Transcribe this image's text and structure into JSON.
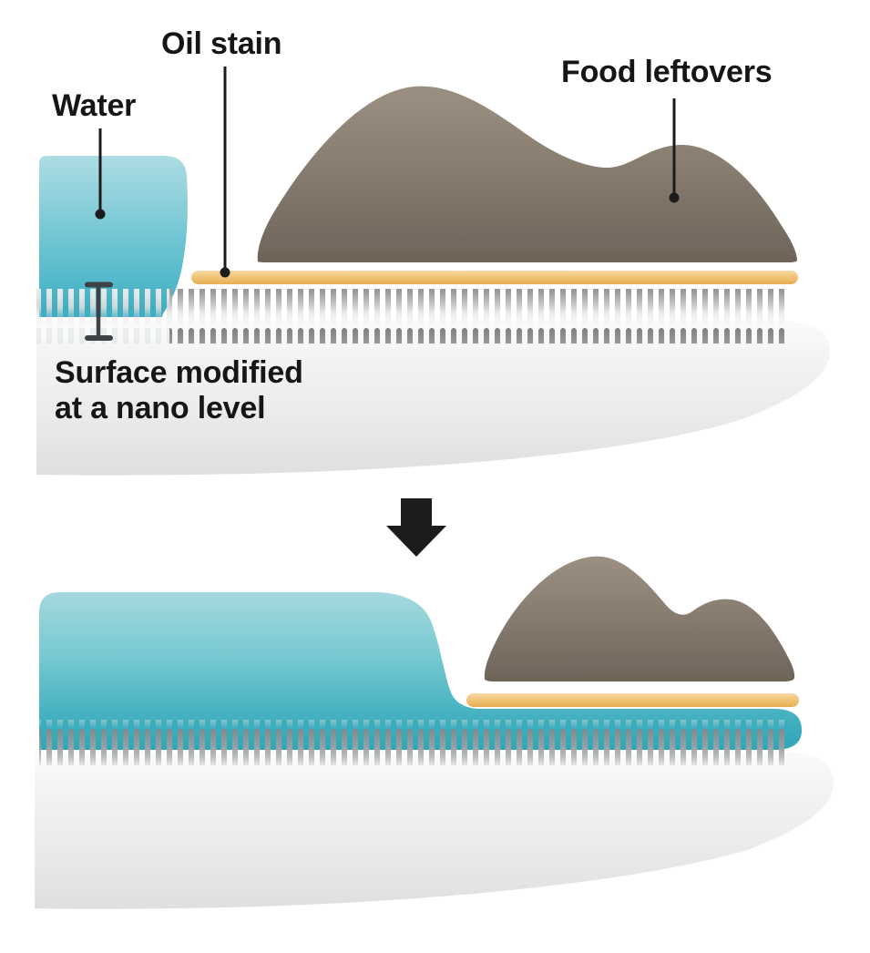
{
  "labels": {
    "water": "Water",
    "oil_stain": "Oil stain",
    "food_leftovers": "Food leftovers",
    "surface_caption": {
      "line1": "Surface modified",
      "line2": "at a nano level"
    }
  },
  "icons": {
    "transition_arrow": "down-arrow"
  },
  "colors": {
    "background": "#ffffff",
    "water_light": "#aedce4",
    "water_dark": "#35a9ba",
    "oil_light": "#f6d9a6",
    "oil_dark": "#e6ad54",
    "food_light": "#9b9082",
    "food_dark": "#6d6357",
    "surface_light": "#fbfbfb",
    "surface_dark": "#dfdfdf",
    "nano_teeth": "#8a8f92",
    "annotation": "#1c1c1c",
    "bracket": "#3e4246"
  }
}
